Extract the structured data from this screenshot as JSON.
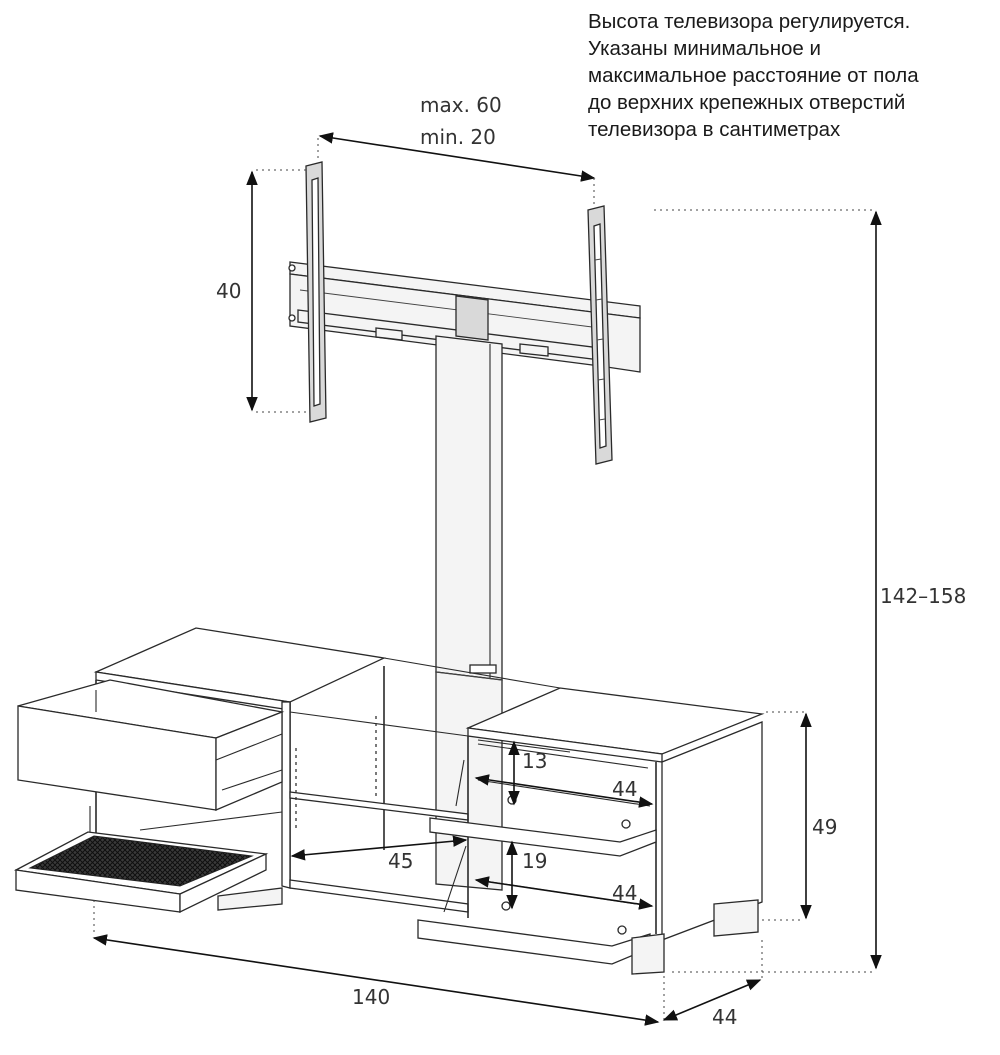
{
  "note": {
    "lines": [
      "Высота телевизора регулируется.",
      "Указаны минимальное и",
      "максимальное  расстояние от пола",
      "до верхних крепежных отверстий",
      "телевизора в сантиметрах"
    ]
  },
  "dimensions": {
    "bracket_spacing_max": "max. 60",
    "bracket_spacing_min": "min. 20",
    "bracket_height": "40",
    "total_height": "142–158",
    "cabinet_height": "49",
    "width": "140",
    "depth": "44",
    "shelf_depth_upper": "44",
    "shelf_depth_lower": "44",
    "upper_gap": "13",
    "lower_gap": "19",
    "center_depth": "45"
  }
}
